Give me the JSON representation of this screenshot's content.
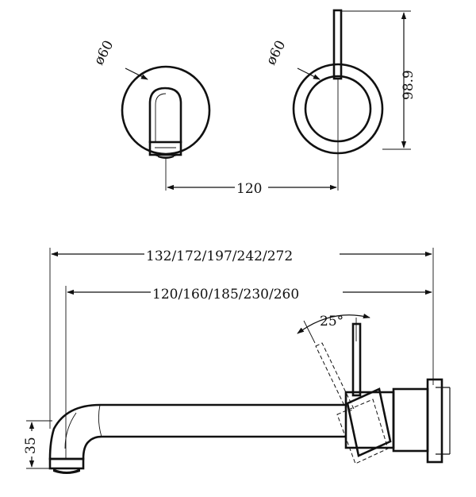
{
  "dimensions": {
    "diameter_left": "ø60",
    "diameter_right": "ø60",
    "height_right": "98.9",
    "spacing": "120",
    "overall_lengths": "132/172/197/242/272",
    "spout_lengths": "120/160/185/230/260",
    "lever_angle": "25°",
    "spout_height": "35"
  }
}
